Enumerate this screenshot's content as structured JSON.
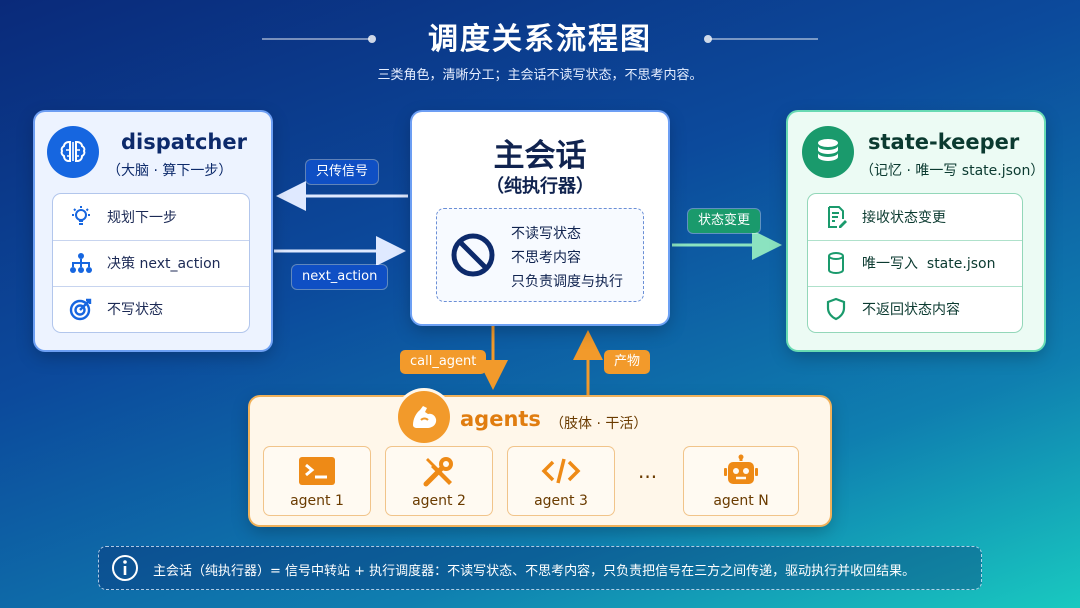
{
  "header": {
    "title": "调度关系流程图",
    "subtitle": "三类角色，清晰分工；主会话不读写状态，不思考内容。"
  },
  "dispatcher": {
    "title": "dispatcher",
    "subtitle": "（大脑 · 算下一步）",
    "icon": "brain-icon",
    "items": [
      {
        "icon": "lightbulb-icon",
        "label": "规划下一步"
      },
      {
        "icon": "hierarchy-icon",
        "label": "决策 next_action"
      },
      {
        "icon": "target-icon",
        "label": "不写状态"
      }
    ]
  },
  "center": {
    "title": "主会话",
    "subtitle": "（纯执行器）",
    "icon": "prohibited-icon",
    "rules": [
      "不读写状态",
      "不思考内容",
      "只负责调度与执行"
    ]
  },
  "state_keeper": {
    "title": "state-keeper",
    "subtitle": "（记忆 · 唯一写 state.json）",
    "icon": "database-icon",
    "items": [
      {
        "icon": "edit-document-icon",
        "label": "接收状态变更"
      },
      {
        "icon": "cylinder-icon",
        "label": "唯一写入  state.json"
      },
      {
        "icon": "shield-icon",
        "label": "不返回状态内容"
      }
    ]
  },
  "arrows": {
    "to_dispatcher": "只传信号",
    "from_dispatcher": "next_action",
    "to_keeper": "状态变更",
    "to_agents": "call_agent",
    "from_agents": "产物"
  },
  "agents": {
    "title": "agents",
    "subtitle": "（肢体 · 干活）",
    "icon": "muscle-icon",
    "ellipsis": "···",
    "items": [
      {
        "icon": "terminal-icon",
        "label": "agent 1"
      },
      {
        "icon": "tools-icon",
        "label": "agent 2"
      },
      {
        "icon": "code-icon",
        "label": "agent 3"
      },
      {
        "icon": "robot-icon",
        "label": "agent N"
      }
    ]
  },
  "footer": {
    "icon": "info-icon",
    "text": "主会话（纯执行器）= 信号中转站 + 执行调度器：不读写状态、不思考内容，只负责把信号在三方之间传递，驱动执行并收回结果。"
  },
  "colors": {
    "blue_accent": "#1666e0",
    "green_accent": "#1a9a6c",
    "orange_accent": "#f29a2b"
  }
}
